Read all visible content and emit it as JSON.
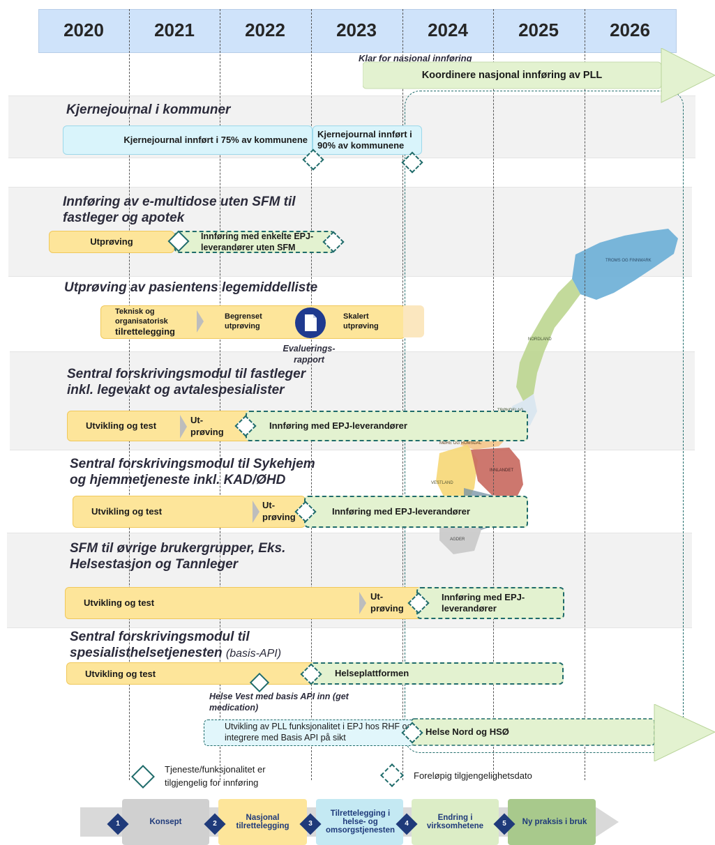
{
  "years": [
    "2020",
    "2021",
    "2022",
    "2023",
    "2024",
    "2025",
    "2026"
  ],
  "national": {
    "title": "Klar for nasjonal innføring",
    "bar": "Koordinere nasjonal innføring av PLL"
  },
  "sections": {
    "kjernejournal": {
      "title": "Kjernejournal i kommuner",
      "bar1": "Kjernejournal innført i 75% av kommunene",
      "bar2": "Kjernejournal innført i 90% av kommunene"
    },
    "emultidose": {
      "title": "Innføring av e-multidose uten SFM til fastleger og apotek",
      "bar1": "Utprøving",
      "bar2": "Innføring med enkelte EPJ-leverandører uten SFM"
    },
    "pll": {
      "title": "Utprøving av pasientens legemiddelliste",
      "bar1a": "Teknisk og organisatorisk",
      "bar1b": "tilrettelegging",
      "bar2": "Begrenset utprøving",
      "bar3": "Skalert utprøving",
      "note": "Evaluerings-rapport"
    },
    "sfm_fastleger": {
      "title": "Sentral forskrivingsmodul til fastleger inkl. legevakt og avtalespesialister",
      "bar1": "Utvikling og test",
      "bar2": "Ut-prøving",
      "bar3": "Innføring med EPJ-leverandører"
    },
    "sfm_sykehjem": {
      "title": "Sentral forskrivingsmodul til Sykehjem og hjemmetjeneste inkl. KAD/ØHD",
      "bar1": "Utvikling og test",
      "bar2": "Ut-prøving",
      "bar3": "Innføring med EPJ-leverandører"
    },
    "sfm_ovrige": {
      "title": "SFM til øvrige brukergrupper, Eks. Helsestasjon og Tannleger",
      "bar1": "Utvikling og test",
      "bar2": "Ut-prøving",
      "bar3": "Innføring med EPJ-leverandører"
    },
    "sfm_spes": {
      "title_main": "Sentral forskrivingsmodul til spesialisthelsetjenesten",
      "title_sub": "(basis-API)",
      "bar1": "Utvikling og test",
      "bar2": "Helseplattformen",
      "note": "Helse Vest med basis API inn (get medication)",
      "bar3": "Utvikling av PLL funksjonalitet i EPJ hos RHF og integrere med Basis API på sikt",
      "bar4": "Helse Nord og HSØ"
    }
  },
  "map_labels": [
    "TROMS OG FINNMARK",
    "NORDLAND",
    "TRØNDELAG",
    "MØRE OG ROMSDAL",
    "INNLANDET",
    "VESTLAND",
    "AGDER"
  ],
  "legend": {
    "solid": "Tjeneste/funksjonalitet er tilgjengelig for innføring",
    "dashed": "Foreløpig tilgjengelighetsdato"
  },
  "phases": [
    {
      "num": "1",
      "label": "Konsept"
    },
    {
      "num": "2",
      "label": "Nasjonal tilrettelegging"
    },
    {
      "num": "3",
      "label": "Tilrettelegging i helse- og omsorgstjenesten"
    },
    {
      "num": "4",
      "label": "Endring i virksomhetene"
    },
    {
      "num": "5",
      "label": "Ny praksis i bruk"
    }
  ],
  "colors": {
    "header": "#cfe3fa",
    "yellow": "#fde59a",
    "green": "#e3f2d0",
    "blue": "#d9f4fb",
    "teal": "#1f6b6a",
    "navy": "#1f3a7a"
  }
}
